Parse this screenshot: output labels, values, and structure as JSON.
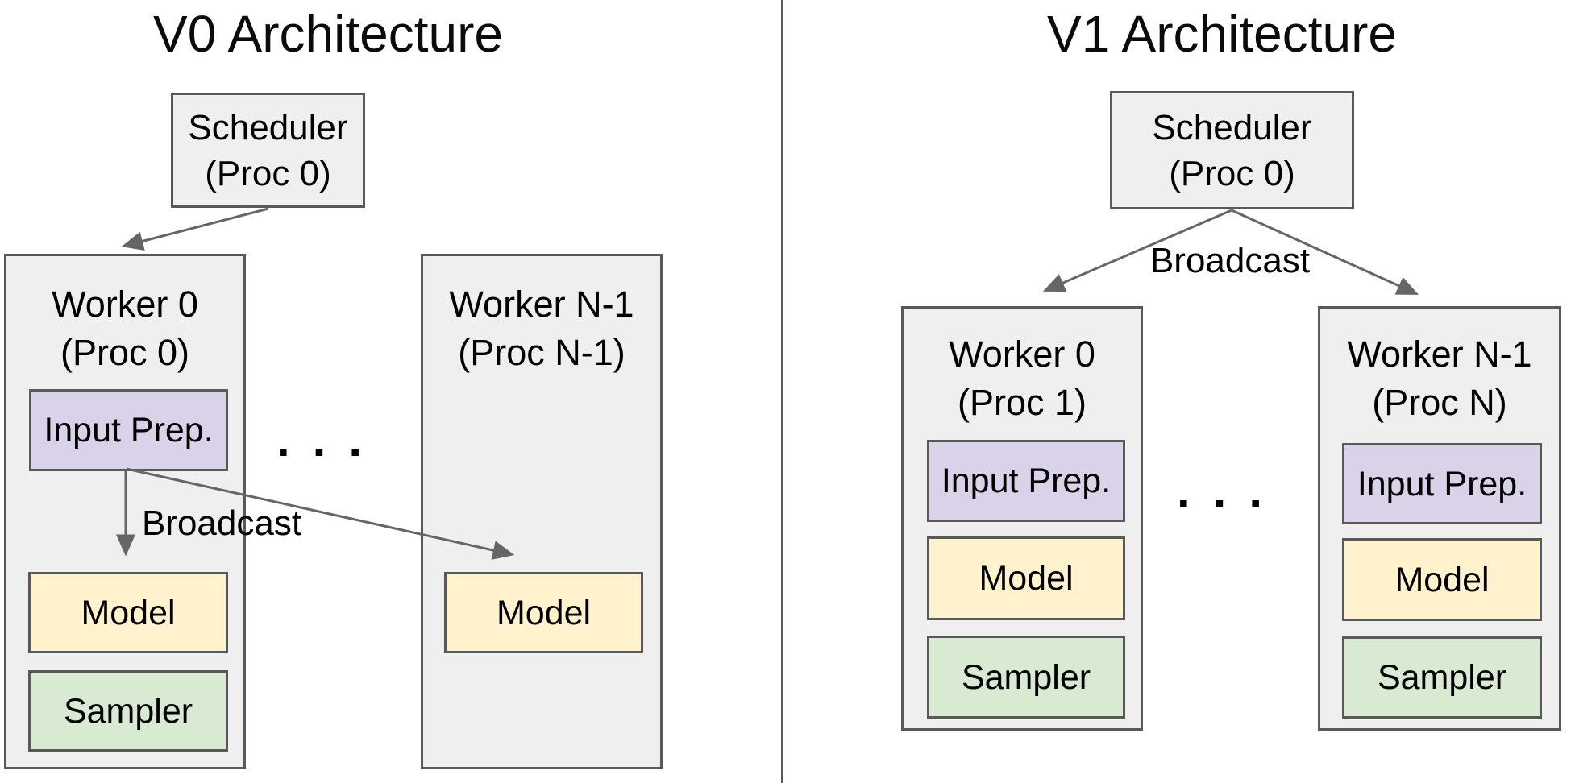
{
  "colors": {
    "box_fill": "#efefef",
    "box_border": "#595959",
    "input_prep_fill": "#d9d2e9",
    "model_fill": "#fff2cc",
    "sampler_fill": "#d9ead3",
    "arrow": "#666666",
    "text": "#000000"
  },
  "v0": {
    "title": "V0 Architecture",
    "scheduler": {
      "name": "Scheduler",
      "proc": "(Proc 0)"
    },
    "broadcast_label": "Broadcast",
    "dots": "...",
    "worker_left": {
      "name": "Worker 0",
      "proc": "(Proc 0)",
      "input_prep": "Input Prep.",
      "model": "Model",
      "sampler": "Sampler"
    },
    "worker_right": {
      "name": "Worker N-1",
      "proc": "(Proc N-1)",
      "model": "Model"
    }
  },
  "v1": {
    "title": "V1 Architecture",
    "scheduler": {
      "name": "Scheduler",
      "proc": "(Proc 0)"
    },
    "broadcast_label": "Broadcast",
    "dots": "...",
    "worker_left": {
      "name": "Worker 0",
      "proc": "(Proc 1)",
      "input_prep": "Input Prep.",
      "model": "Model",
      "sampler": "Sampler"
    },
    "worker_right": {
      "name": "Worker N-1",
      "proc": "(Proc N)",
      "input_prep": "Input Prep.",
      "model": "Model",
      "sampler": "Sampler"
    }
  }
}
